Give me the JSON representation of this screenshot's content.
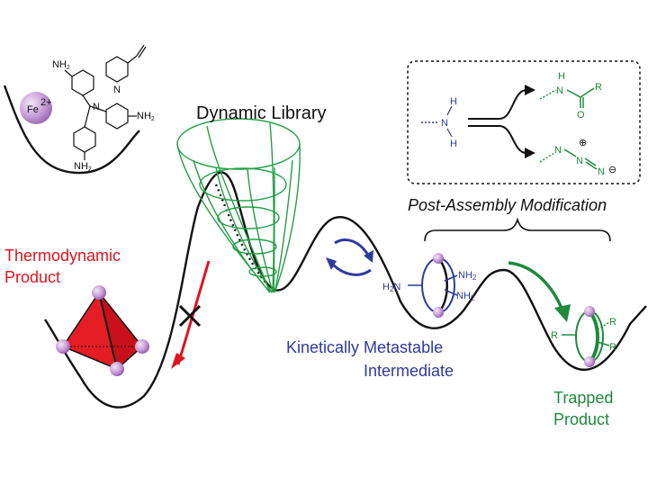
{
  "labels": {
    "dynamic_library": "Dynamic Library",
    "thermodynamic_line1": "Thermodynamic",
    "thermodynamic_line2": "Product",
    "kinetic_line1": "Kinetically Metastable",
    "kinetic_line2": "Intermediate",
    "trapped_line1": "Trapped",
    "trapped_line2": "Product",
    "post_assembly": "Post-Assembly Modification"
  },
  "chem": {
    "fe": "Fe",
    "fe_charge": "2+",
    "nh2": "NH",
    "nh2_sub": "2",
    "n": "N",
    "h": "H",
    "o": "O",
    "r": "R",
    "h2n": "H",
    "h2n_sub": "2",
    "h2n_n": "N",
    "plus": "⊕",
    "minus": "⊖"
  },
  "colors": {
    "black": "#111111",
    "red": "#e0141e",
    "blue": "#2e3a9e",
    "green": "#1e8a3c",
    "funnel": "#22a045",
    "sphere": "#c9a4d8"
  }
}
